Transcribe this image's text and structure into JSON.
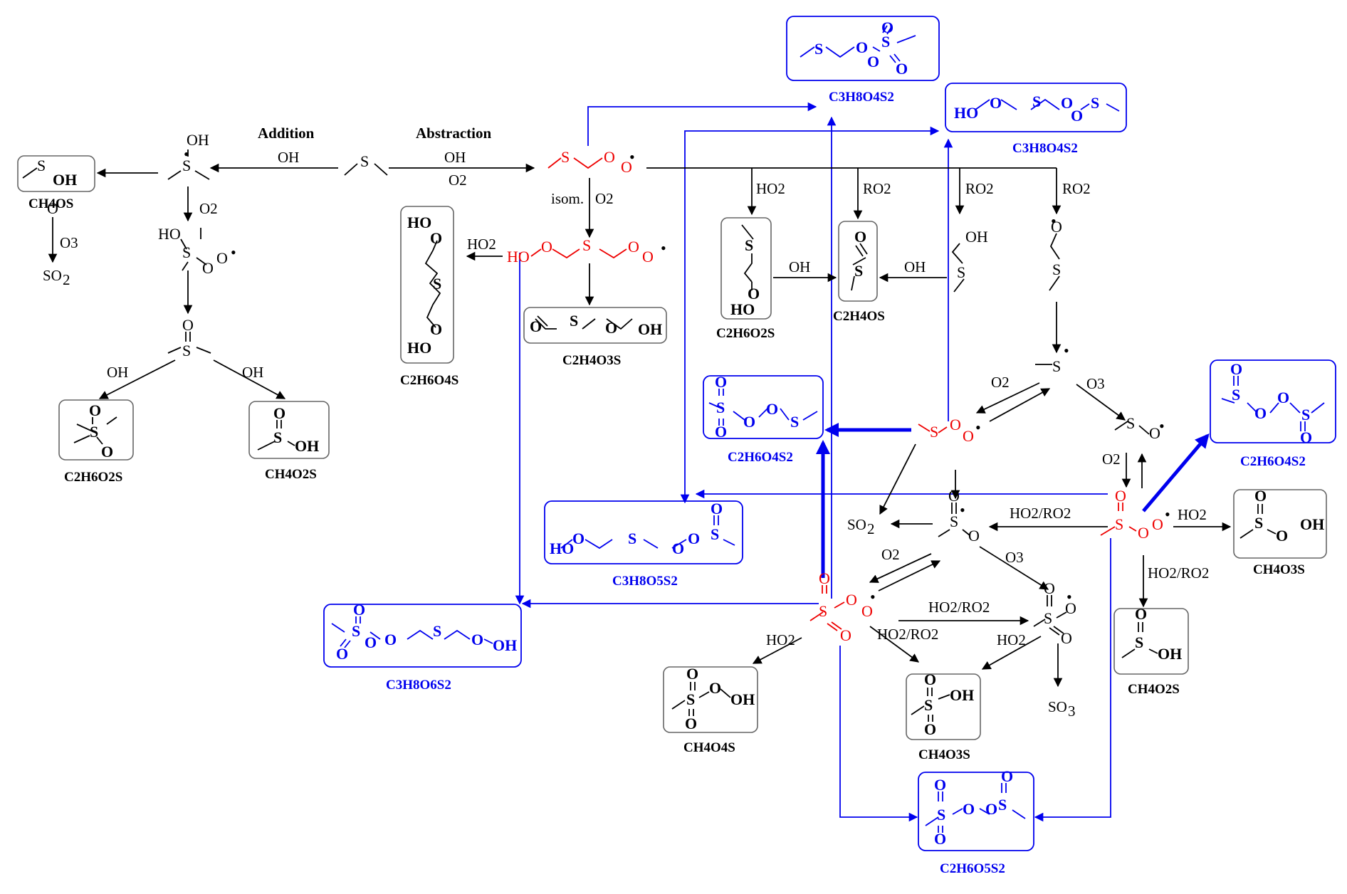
{
  "colors": {
    "black": "#000000",
    "blue": "#0000ee",
    "red": "#ee0000",
    "box_grey": "#666666"
  },
  "reagents": {
    "addition": "Addition",
    "abstraction": "Abstraction",
    "oh": "OH",
    "o2": "O2",
    "o3": "O3",
    "ho2": "HO2",
    "ro2": "RO2",
    "isom": "isom.",
    "ho2_ro2": "HO2/RO2"
  },
  "formulas": {
    "ch4os": "CH4OS",
    "so2": "SO2",
    "so3": "SO3",
    "c2h6o2s": "C2H6O2S",
    "ch4o2s": "CH4O2S",
    "c2h6o4s": "C2H6O4S",
    "c2h4o3s": "C2H4O3S",
    "c2h4os": "C2H4OS",
    "c3h8o4s2": "C3H8O4S2",
    "c2h6o4s2": "C2H6O4S2",
    "c3h8o5s2": "C3H8O5S2",
    "c3h8o6s2": "C3H8O6S2",
    "ch4o3s": "CH4O3S",
    "ch4o4s": "CH4O4S",
    "c2h6o5s2": "C2H6O5S2"
  }
}
